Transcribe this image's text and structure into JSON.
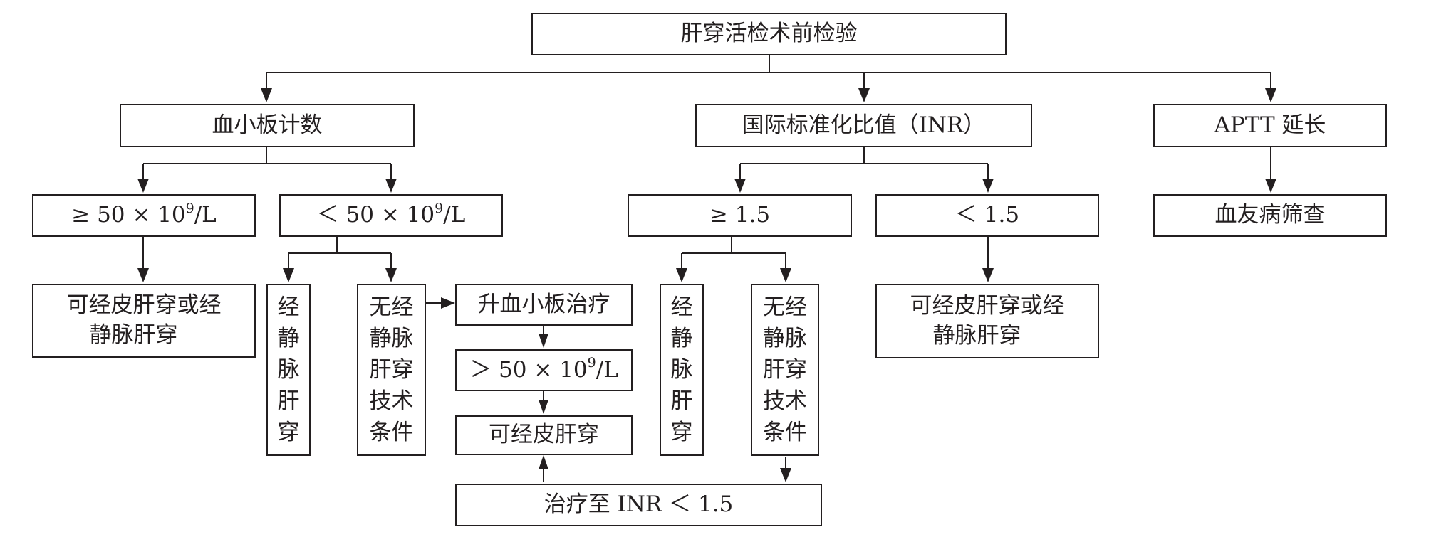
{
  "colors": {
    "line": "#231f20",
    "background": "#ffffff"
  },
  "root": "肝穿活检术前检验",
  "branches": {
    "platelet": {
      "title": "血小板计数",
      "high": {
        "label": "≥ 50 × 10",
        "exp": "9",
        "unit": "/L",
        "result": [
          "可经皮肝穿或经",
          "静脉肝穿"
        ]
      },
      "low": {
        "label": "＜ 50 × 10",
        "exp": "9",
        "unit": "/L",
        "via_vein": [
          "经",
          "静",
          "脉",
          "肝",
          "穿"
        ],
        "no_vein": [
          "无经",
          "静脉",
          "肝穿",
          "技术",
          "条件"
        ],
        "treatment": "升血小板治疗",
        "target": {
          "label": "＞ 50 × 10",
          "exp": "9",
          "unit": "/L"
        },
        "outcome": "可经皮肝穿"
      }
    },
    "inr": {
      "title": "国际标准化比值（INR）",
      "high": {
        "label": "≥ 1.5",
        "via_vein": [
          "经",
          "静",
          "脉",
          "肝",
          "穿"
        ],
        "no_vein": [
          "无经",
          "静脉",
          "肝穿",
          "技术",
          "条件"
        ],
        "treatment": "治疗至 INR ＜ 1.5"
      },
      "low": {
        "label": "＜ 1.5",
        "result": [
          "可经皮肝穿或经",
          "静脉肝穿"
        ]
      }
    },
    "aptt": {
      "title": "APTT 延长",
      "result": "血友病筛查"
    }
  }
}
